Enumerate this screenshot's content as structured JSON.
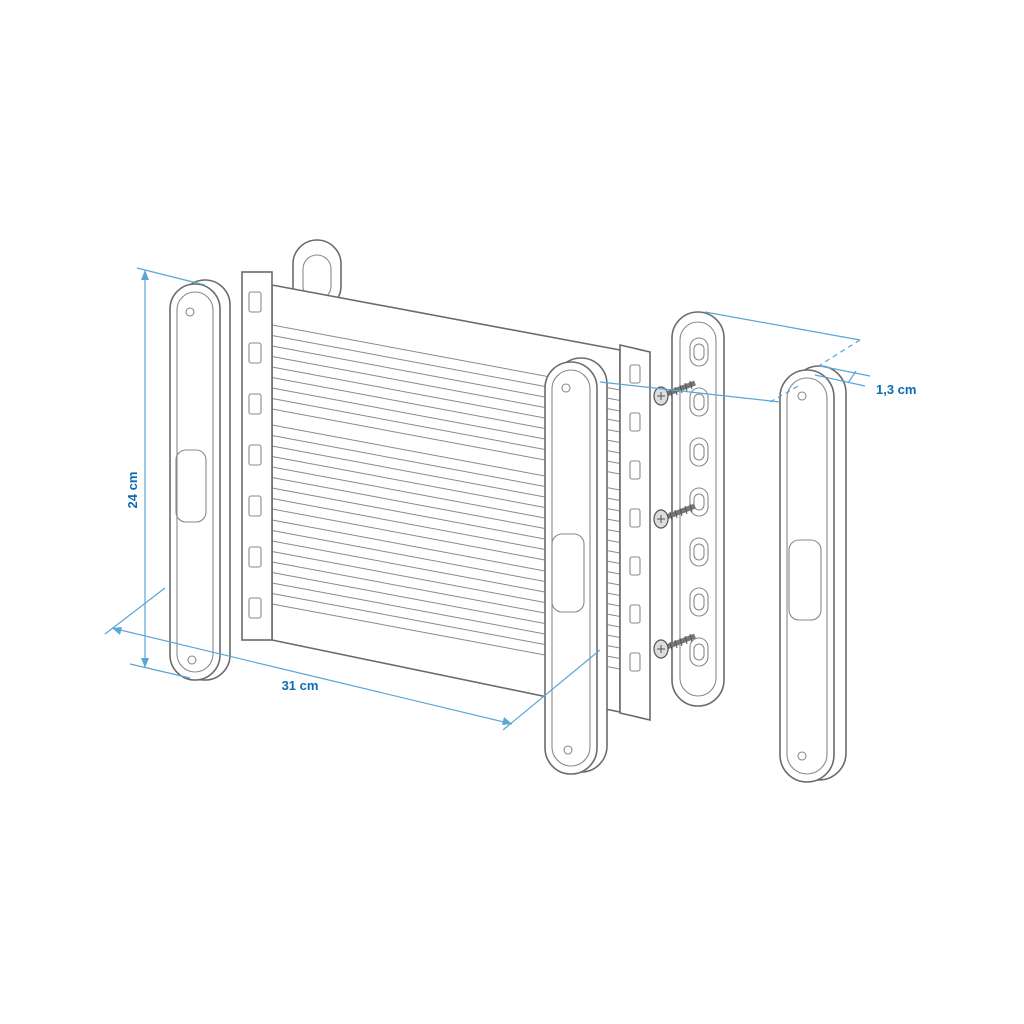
{
  "dimensions": {
    "height": "24 cm",
    "width": "31 cm",
    "depth": "1,3 cm"
  },
  "colors": {
    "dimension_text": "#0a6db3",
    "dimension_line": "#5aa6d6",
    "outline": "#6b6b6b"
  }
}
